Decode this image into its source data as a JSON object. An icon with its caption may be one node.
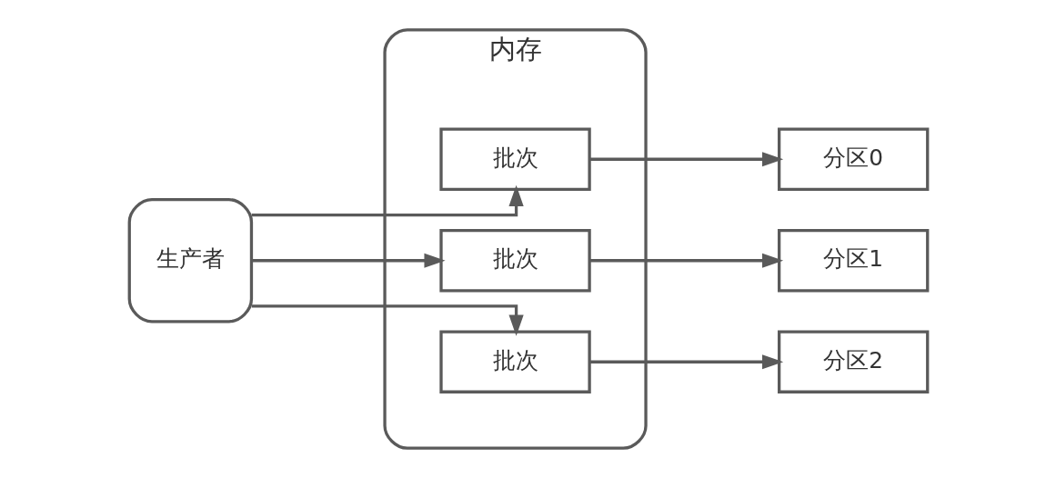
{
  "diagram": {
    "nodes": [
      {
        "text": [
          "生产者"
        ]
      },
      {
        "text": [
          "内存"
        ]
      },
      {
        "text": [
          "批次"
        ],
        "in": 1
      },
      {
        "text": [
          "批次"
        ],
        "in": 1
      },
      {
        "text": [
          "批次"
        ],
        "in": 1
      },
      {
        "text": [
          "分区0"
        ]
      },
      {
        "text": [
          "分区1"
        ]
      },
      {
        "text": [
          "分区2"
        ]
      }
    ],
    "edges": [
      {
        "from": 0,
        "to": 2,
        "arrow": "to"
      },
      {
        "from": 0,
        "to": 3,
        "arrow": "to"
      },
      {
        "from": 0,
        "to": 4,
        "arrow": "to"
      },
      {
        "from": 2,
        "to": 5,
        "arrow": "to"
      },
      {
        "from": 3,
        "to": 6,
        "arrow": "to"
      },
      {
        "from": 4,
        "to": 7,
        "arrow": "to"
      }
    ]
  }
}
